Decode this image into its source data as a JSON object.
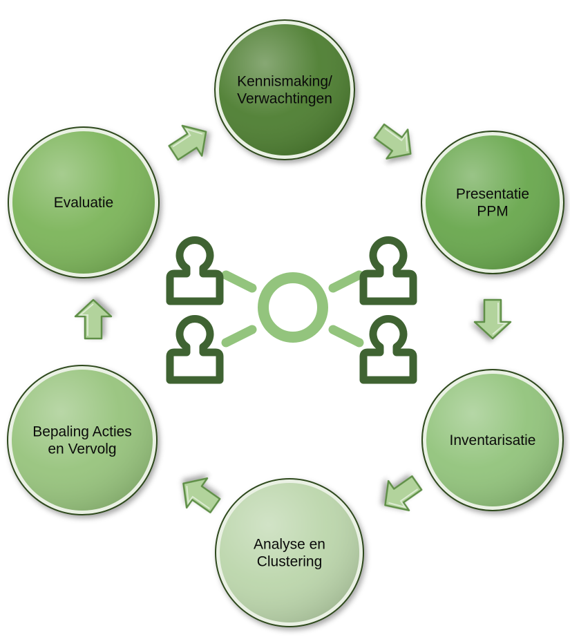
{
  "nodes": [
    {
      "id": "kennismaking",
      "lines": [
        "Kennismaking/",
        "Verwachtingen"
      ],
      "fill": "#4f7f33",
      "text_color": "#0a0a0a"
    },
    {
      "id": "presentatie",
      "lines": [
        "Presentatie",
        "PPM"
      ],
      "fill": "#6aa84f",
      "text_color": "#0a0a0a"
    },
    {
      "id": "inventarisatie",
      "lines": [
        "Inventarisatie"
      ],
      "fill": "#93c47d",
      "text_color": "#0a0a0a"
    },
    {
      "id": "analyse",
      "lines": [
        "Analyse en",
        "Clustering"
      ],
      "fill": "#bcd6ac",
      "text_color": "#0a0a0a"
    },
    {
      "id": "bepaling",
      "lines": [
        "Bepaling Acties",
        "en Vervolg"
      ],
      "fill": "#98c47e",
      "text_color": "#0a0a0a"
    },
    {
      "id": "evaluatie",
      "lines": [
        "Evaluatie"
      ],
      "fill": "#7db55b",
      "text_color": "#0a0a0a"
    }
  ],
  "cycle_direction": "clockwise",
  "center_icon": "team-network-icon",
  "colors": {
    "arrow": "#b2d39c",
    "arrow_edge": "#5f8f47",
    "people_icon": "#3f6332",
    "hub_icon": "#93c47d",
    "rim": "#eaf1e4",
    "outline": "#2e4a1f"
  }
}
